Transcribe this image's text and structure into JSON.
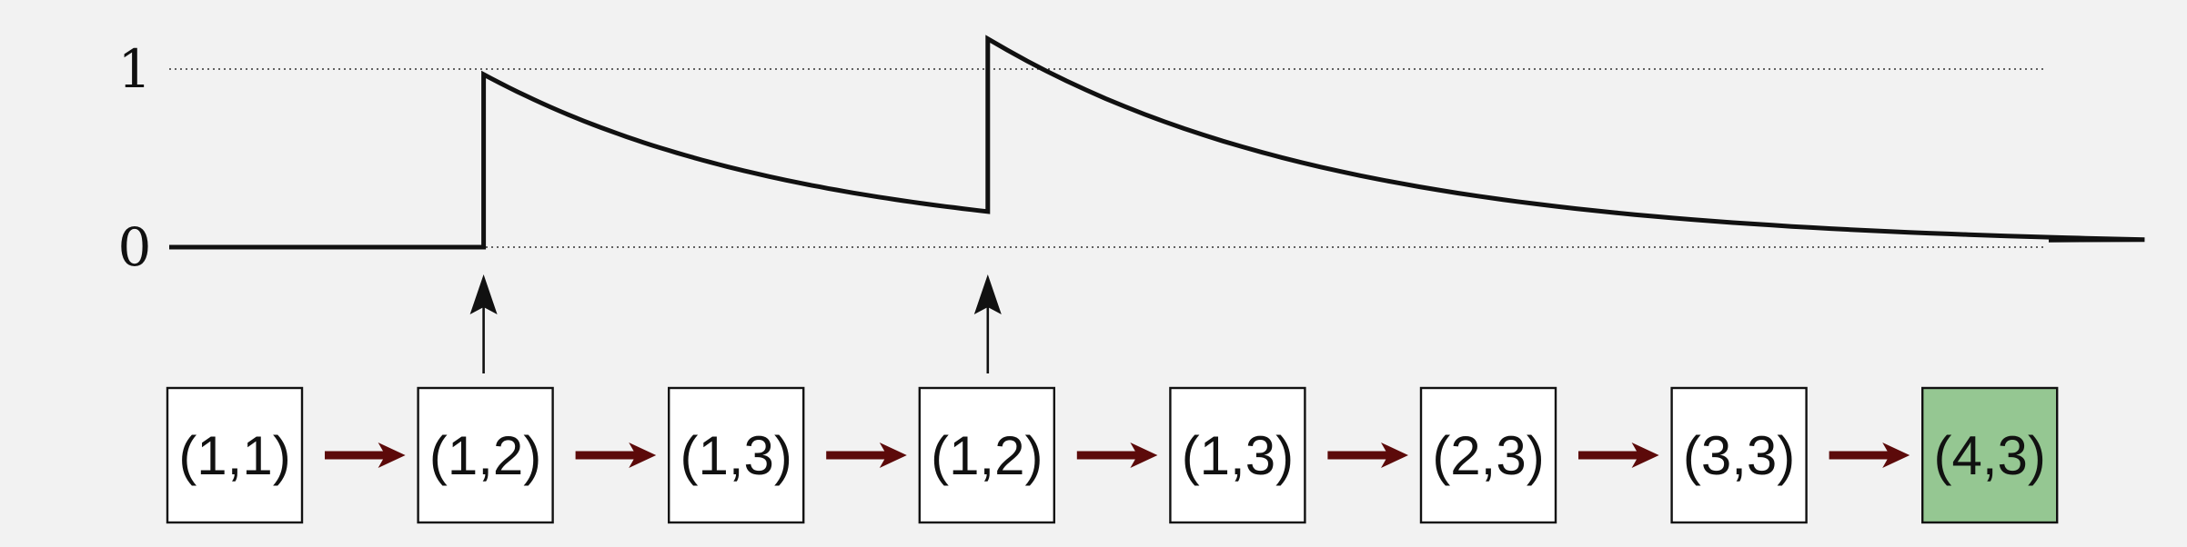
{
  "colors": {
    "background": "#f2f2f2",
    "line": "#111111",
    "arrow": "#5c0a0a",
    "box_fill": "#ffffff",
    "highlight_fill": "#95c792"
  },
  "plot": {
    "y_ticks": [
      {
        "label": "1",
        "value": 1
      },
      {
        "label": "0",
        "value": 0
      }
    ],
    "curve_points": [
      [
        0,
        0
      ],
      [
        2,
        0
      ],
      [
        2,
        0.97
      ],
      [
        5,
        0.2
      ],
      [
        5,
        1.17
      ],
      [
        12,
        0.04
      ]
    ]
  },
  "sequence": {
    "states": [
      {
        "label": "(1,1)",
        "highlight": false,
        "has_arrow_up": false
      },
      {
        "label": "(1,2)",
        "highlight": false,
        "has_arrow_up": true
      },
      {
        "label": "(1,3)",
        "highlight": false,
        "has_arrow_up": false
      },
      {
        "label": "(1,2)",
        "highlight": false,
        "has_arrow_up": true
      },
      {
        "label": "(1,3)",
        "highlight": false,
        "has_arrow_up": false
      },
      {
        "label": "(2,3)",
        "highlight": false,
        "has_arrow_up": false
      },
      {
        "label": "(3,3)",
        "highlight": false,
        "has_arrow_up": false
      },
      {
        "label": "(4,3)",
        "highlight": true,
        "has_arrow_up": false
      }
    ]
  }
}
